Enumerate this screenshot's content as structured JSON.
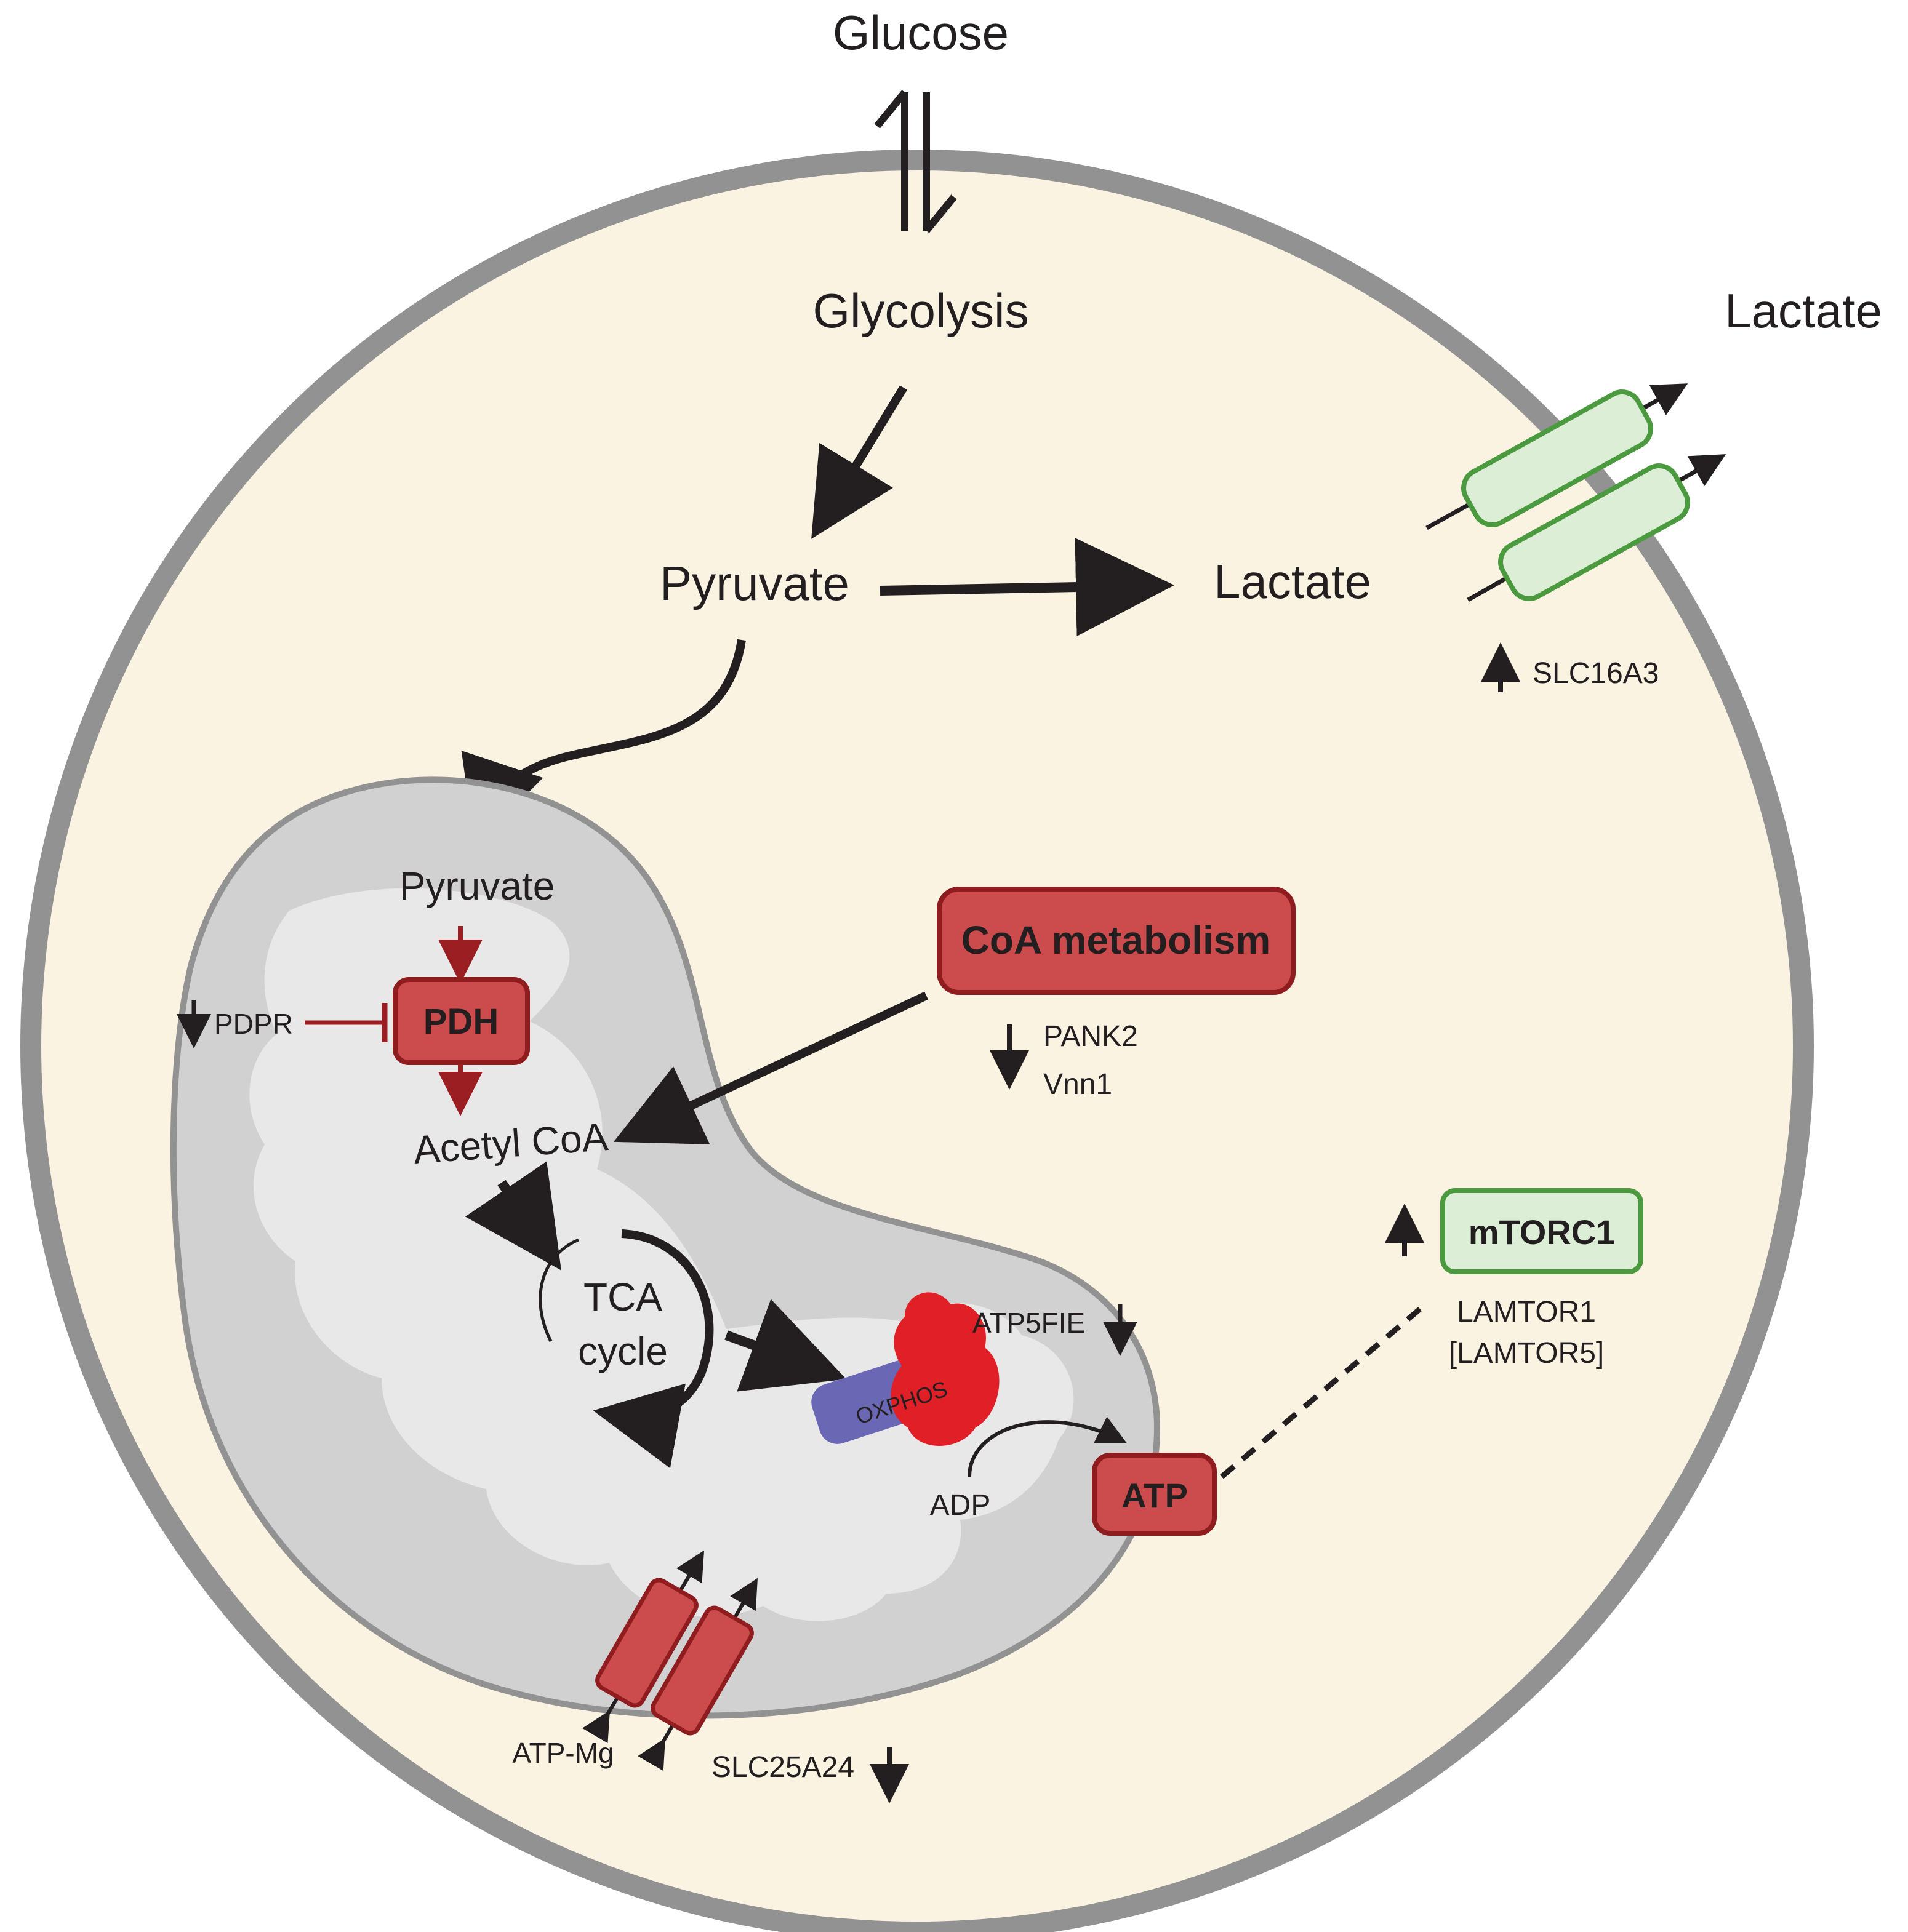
{
  "colors": {
    "cell_fill": "#fbf3e2",
    "cell_membrane": "#929292",
    "mito_outer": "#d1d1d1",
    "mito_inner": "#e8e8e8",
    "red_box": "#cc4b4c",
    "red_box_border": "#8f1c1e",
    "green_box": "#dcefd6",
    "green_border": "#4c9a40",
    "oxphos_red": "#e11f26",
    "oxphos_blue": "#6a68b5",
    "arrow": "#231f20",
    "inhibit_red": "#9b1f22"
  },
  "labels": {
    "glucose": "Glucose",
    "glycolysis": "Glycolysis",
    "pyruvate_cyto": "Pyruvate",
    "lactate_inside": "Lactate",
    "lactate_outside": "Lactate",
    "slc16a3": "SLC16A3",
    "pyruvate_mito": "Pyruvate",
    "pdh": "PDH",
    "pdpr": "PDPR",
    "acetyl_coa": "Acetyl CoA",
    "coa_metabolism": "CoA metabolism",
    "pank2": "PANK2",
    "vnn1": "Vnn1",
    "tca_line1": "TCA",
    "tca_line2": "cycle",
    "oxphos": "OXPHOS",
    "atp5fie": "ATP5FIE",
    "adp": "ADP",
    "atp": "ATP",
    "mtorc1": "mTORC1",
    "lamtor1": "LAMTOR1",
    "lamtor5": "[LAMTOR5]",
    "atp_mg": "ATP-Mg",
    "slc25a24": "SLC25A24"
  },
  "icons": {
    "up_arrow": "up-arrow-icon",
    "down_arrow": "down-arrow-icon",
    "inhibition": "inhibition-bar-icon"
  }
}
